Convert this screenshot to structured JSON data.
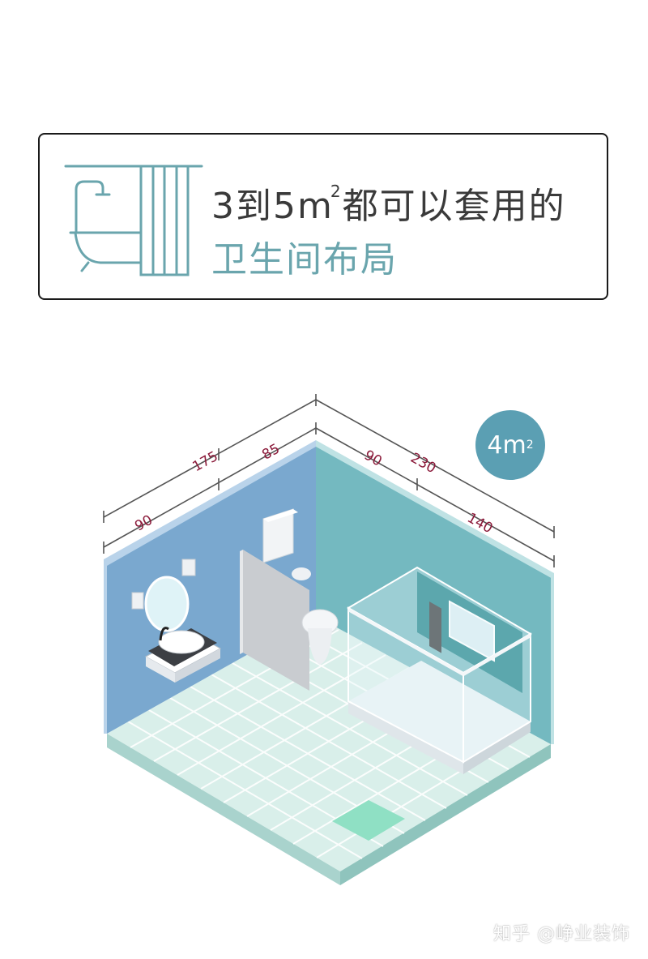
{
  "title": {
    "line1_prefix": "3到5m",
    "line1_sup": "2",
    "line1_suffix": "都可以套用的",
    "line2": "卫生间布局"
  },
  "area_badge": {
    "value": "4m",
    "sup": "2"
  },
  "dimensions": {
    "left_wall_total": "175",
    "left_wall_a": "90",
    "left_wall_b": "85",
    "right_wall_total": "230",
    "right_wall_a": "90",
    "right_wall_b": "140"
  },
  "watermark": "知乎 @峥业装饰",
  "colors": {
    "icon_stroke": "#6aa5ad",
    "left_wall": "#7aa8cf",
    "right_wall": "#74b9c0",
    "floor": "#d9efea",
    "dimension_text": "#8b1a3a",
    "badge": "#5b9fb3"
  }
}
